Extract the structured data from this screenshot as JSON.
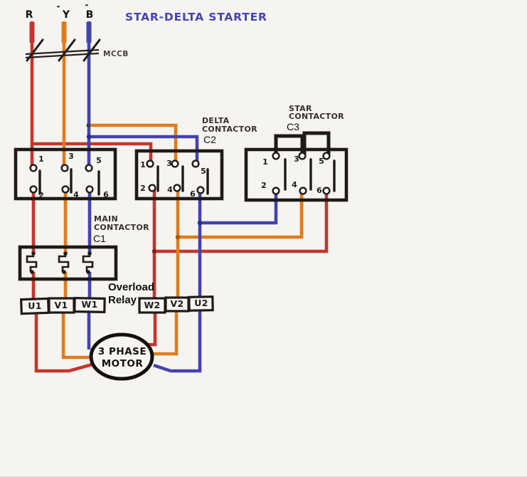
{
  "title": "STAR-DELTA STARTER",
  "colors": {
    "phase_r": "#c8342c",
    "phase_y": "#e07b1e",
    "phase_b": "#4443ad",
    "title_text": "#4444b2",
    "line_black": "#1e1b17"
  },
  "supply": {
    "phase_r": "R",
    "phase_y": "Y",
    "phase_b": "B"
  },
  "breaker": {
    "label": "MCCB"
  },
  "contactors": {
    "main": {
      "name_line1": "MAIN",
      "name_line2": "CONTACTOR",
      "tag": "C1",
      "terminals_top": [
        "1",
        "3",
        "5"
      ],
      "terminals_bottom": [
        "2",
        "4",
        "6"
      ]
    },
    "delta": {
      "name_line1": "DELTA",
      "name_line2": "CONTACTOR",
      "tag": "C2",
      "terminals_top": [
        "1",
        "3",
        "5"
      ],
      "terminals_bottom": [
        "2",
        "4",
        "6"
      ]
    },
    "star": {
      "name_line1": "STAR",
      "name_line2": "CONTACTOR",
      "tag": "C3",
      "terminals_top": [
        "1",
        "3",
        "5"
      ],
      "terminals_bottom": [
        "2",
        "4",
        "6"
      ]
    }
  },
  "overload_relay": {
    "label_line1": "Overload",
    "label_line2": "Relay"
  },
  "terminal_blocks": {
    "motor_side": [
      "U1",
      "V1",
      "W1"
    ],
    "star_side": [
      "W2",
      "V2",
      "U2"
    ]
  },
  "motor": {
    "label_line1": "3 PHASE",
    "label_line2": "MOTOR"
  }
}
